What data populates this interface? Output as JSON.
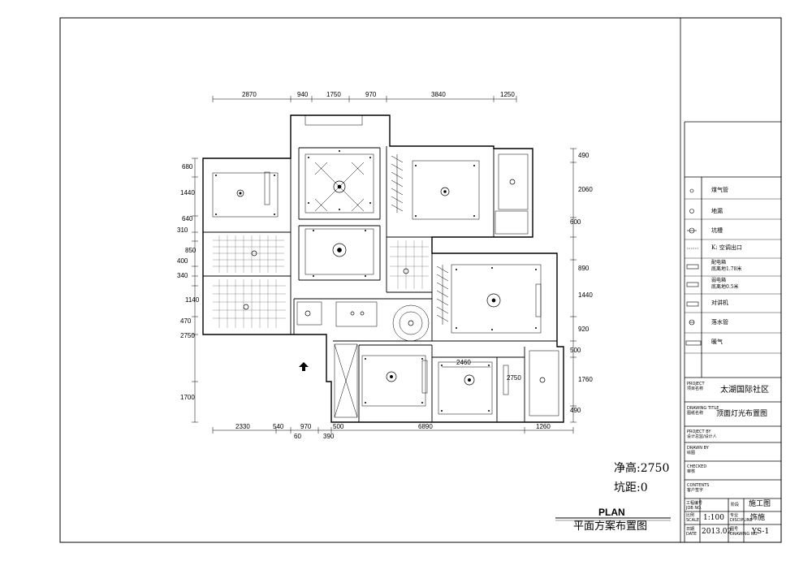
{
  "dimensions": {
    "top": [
      "2870",
      "940",
      "1750",
      "970",
      "3840",
      "1250"
    ],
    "bottom": [
      "2330",
      "540",
      "970",
      "500",
      "6890",
      "1260"
    ],
    "bottom_small": [
      "60",
      "390"
    ],
    "bottom_inner": "2460",
    "left": [
      "680",
      "1440",
      "640",
      "310",
      "850",
      "400",
      "340",
      "1140",
      "470",
      "2750",
      "1700"
    ],
    "right": [
      "490",
      "2060",
      "600",
      "890",
      "1440",
      "920",
      "500",
      "1760",
      "490"
    ],
    "right_inner": "2750"
  },
  "plan_notes": {
    "height": "净高:2750",
    "pit": "坑距:0"
  },
  "plan_title": {
    "en": "PLAN",
    "cn": "平面方案布置图"
  },
  "legend": [
    {
      "icon": "gas-pipe-icon",
      "label": "煤气管"
    },
    {
      "icon": "floor-drain-icon",
      "label": "地漏"
    },
    {
      "icon": "pit-icon",
      "label": "坑槽"
    },
    {
      "icon": "ac-outlet-icon",
      "label": "K: 空调出口"
    },
    {
      "icon": "power-box-icon",
      "label": "配电箱\n底离地1.78米"
    },
    {
      "icon": "weak-box-icon",
      "label": "弱电箱\n底离地0.5米"
    },
    {
      "icon": "intercom-icon",
      "label": "对讲机"
    },
    {
      "icon": "drain-pipe-icon",
      "label": "落水管"
    },
    {
      "icon": "radiator-icon",
      "label": "暖气"
    }
  ],
  "title_block": {
    "project_label": "PROJECT\n项目名称",
    "project": "太湖国际社区",
    "drawing_label": "DRAWING TITLE\n图纸名称",
    "drawing": "顶面灯光布置图",
    "client_label": "PROJECT BY\n设计总监/设计人",
    "drawn_label": "DRAWN BY\n绘图",
    "check_label": "CHECKED\n审核",
    "contents_label": "CONTENTS\n客户签字",
    "jobno_label": "工程编号\nJOB NO.",
    "stage_label": "阶段",
    "stage": "施工图",
    "scale_label": "比例\nSCALE",
    "scale": "1:100",
    "spec_label": "专业\nDISCIPLINE",
    "spec": "饰施",
    "date_label": "日期\nDATE",
    "date": "2013.02",
    "drawing_no_label": "图号\nDRAWING NO",
    "drawing_no": "YS-1"
  }
}
